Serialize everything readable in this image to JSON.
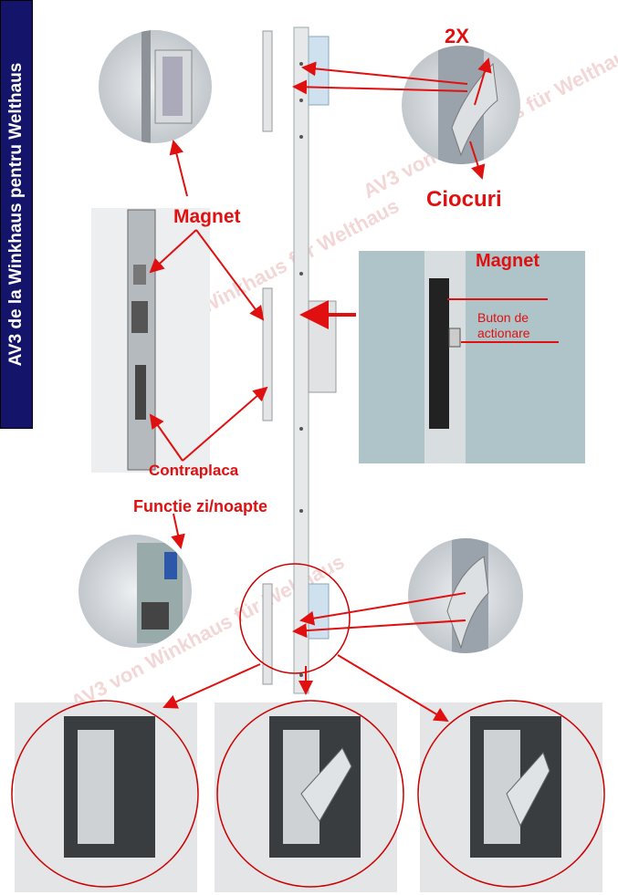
{
  "title": "AV3 de la Winkhaus pentru Welthaus",
  "labels": {
    "two_x": "2X",
    "ciocuri": "Ciocuri",
    "magnet_left": "Magnet",
    "magnet_right": "Magnet",
    "buton": "Buton de\nactionare",
    "contraplaca": "Contraplaca",
    "functie": "Functie zi/noapte"
  },
  "watermark": "AV3 von Winkhaus für Welthaus",
  "colors": {
    "accent": "#e01010",
    "banner": "#14146a"
  }
}
